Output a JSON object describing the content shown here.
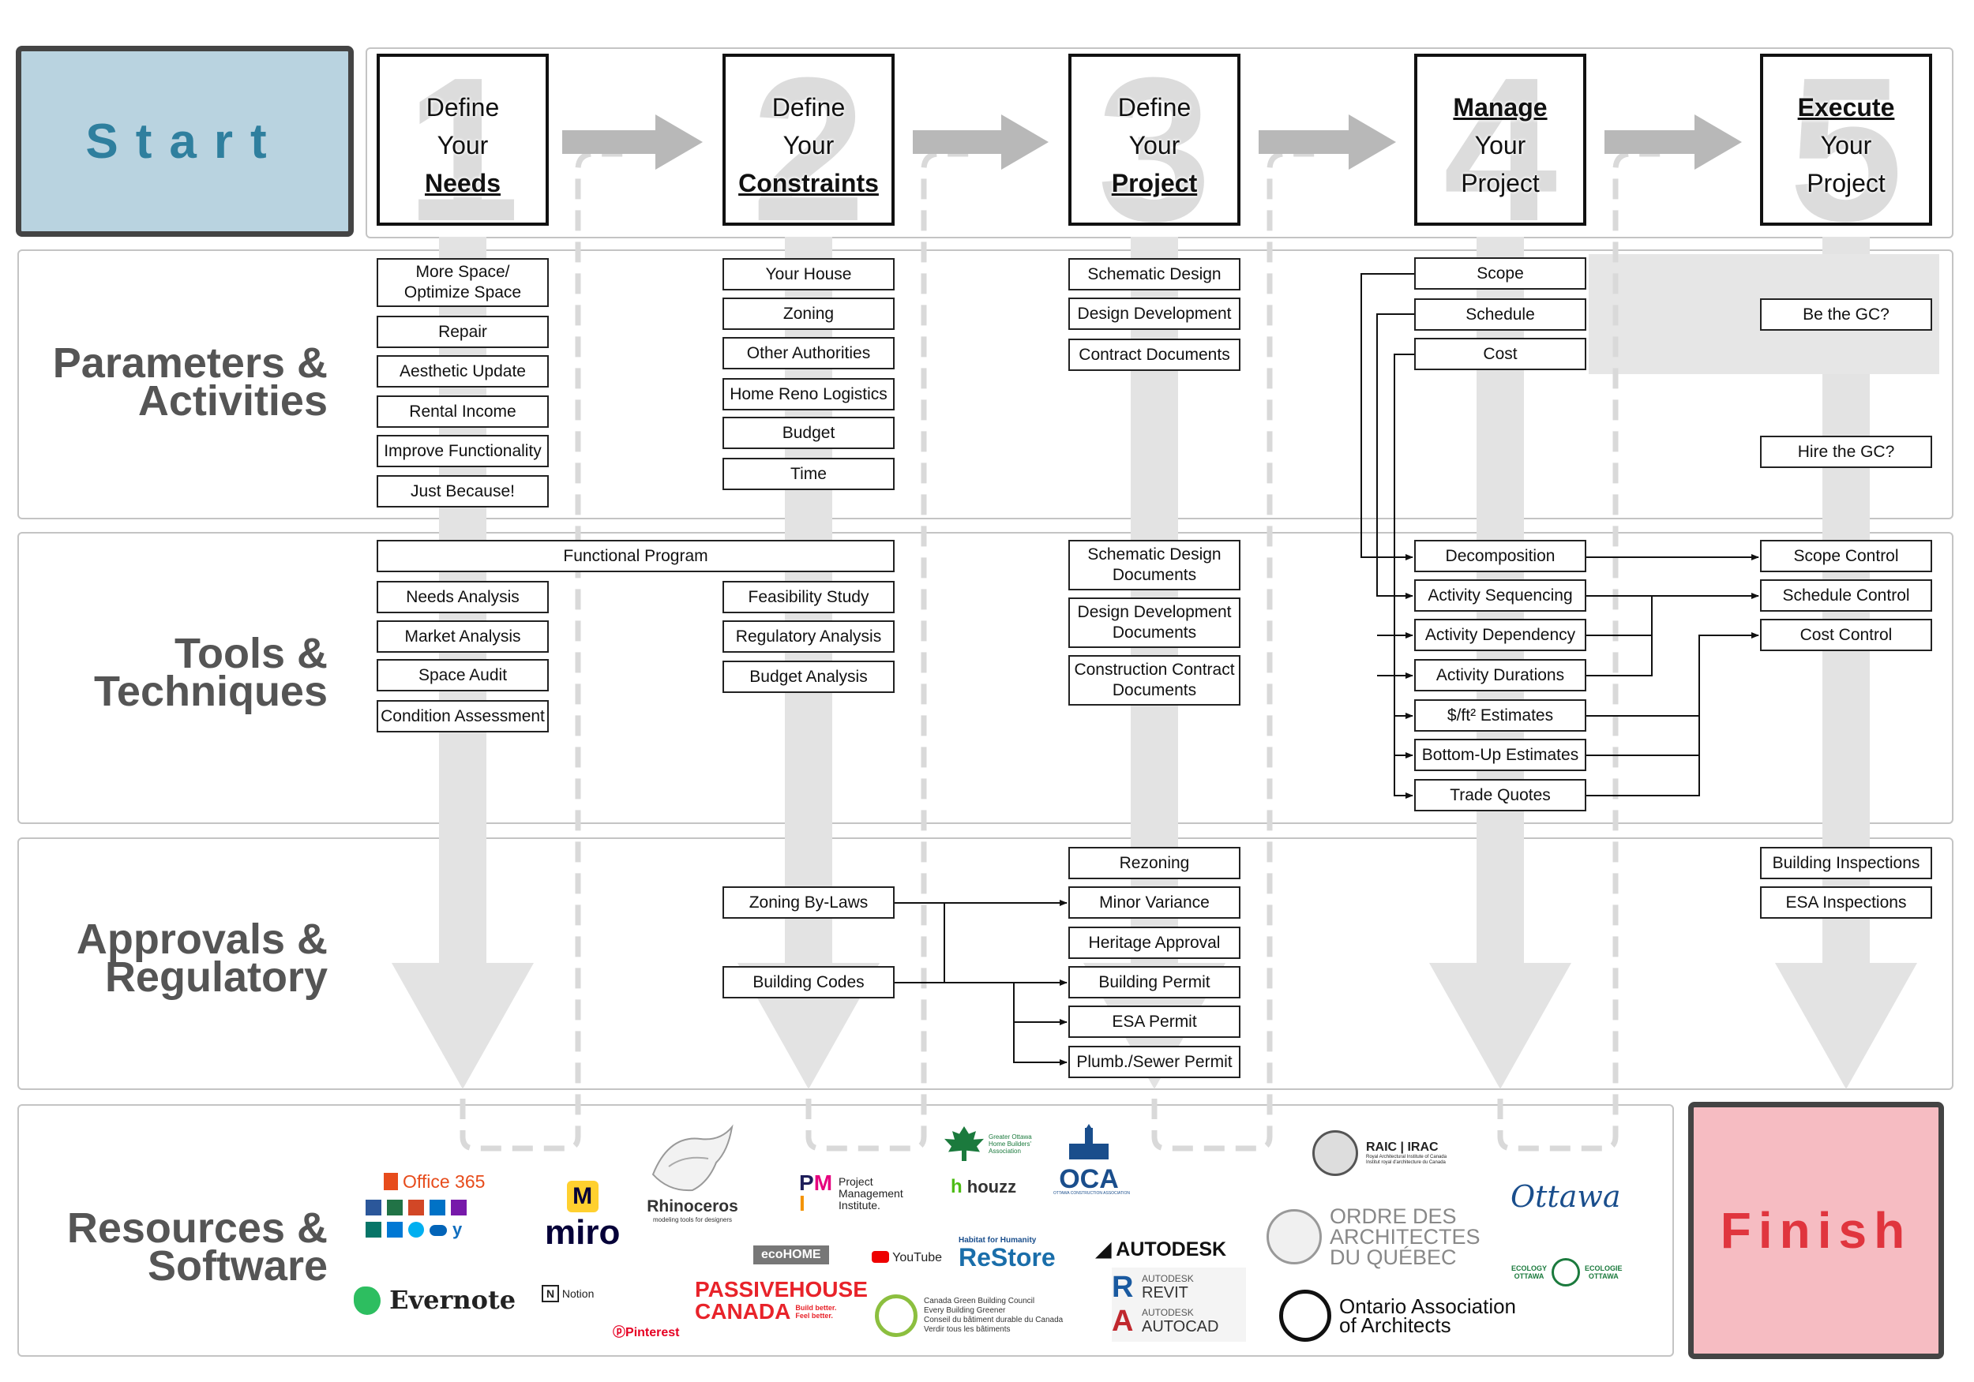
{
  "start": "Start",
  "finish": "Finish",
  "steps": [
    {
      "num": "1",
      "l1": "Define",
      "l2": "Your",
      "l3": "Needs",
      "bold": [
        3
      ]
    },
    {
      "num": "2",
      "l1": "Define",
      "l2": "Your",
      "l3": "Constraints",
      "bold": [
        3
      ]
    },
    {
      "num": "3",
      "l1": "Define",
      "l2": "Your",
      "l3": "Project",
      "bold": [
        3
      ]
    },
    {
      "num": "4",
      "l1": "Manage",
      "l2": "Your",
      "l3": "Project",
      "bold": [
        1
      ]
    },
    {
      "num": "5",
      "l1": "Execute",
      "l2": "Your",
      "l3": "Project",
      "bold": [
        1
      ]
    }
  ],
  "rows": {
    "params": [
      "Parameters &",
      "Activities"
    ],
    "tools": [
      "Tools &",
      "Techniques"
    ],
    "approvals": [
      "Approvals &",
      "Regulatory"
    ],
    "resources": [
      "Resources &",
      "Software"
    ]
  },
  "params": {
    "c1": [
      "More Space/\nOptimize Space",
      "Repair",
      "Aesthetic Update",
      "Rental Income",
      "Improve Functionality",
      "Just Because!"
    ],
    "c2": [
      "Your House",
      "Zoning",
      "Other Authorities",
      "Home Reno Logistics",
      "Budget",
      "Time"
    ],
    "c3": [
      "Schematic Design",
      "Design Development",
      "Contract Documents"
    ],
    "c4": [
      "Scope",
      "Schedule",
      "Cost"
    ],
    "c5": [
      "Be the GC?",
      "Hire the GC?"
    ]
  },
  "tools": {
    "functional": "Functional Program",
    "c1": [
      "Needs Analysis",
      "Market Analysis",
      "Space Audit",
      "Condition Assessment"
    ],
    "c2": [
      "Feasibility Study",
      "Regulatory Analysis",
      "Budget Analysis"
    ],
    "c3": [
      "Schematic Design\nDocuments",
      "Design Development\nDocuments",
      "Construction Contract\nDocuments"
    ],
    "c4": [
      "Decomposition",
      "Activity Sequencing",
      "Activity Dependency",
      "Activity Durations",
      "$/ft² Estimates",
      "Bottom-Up Estimates",
      "Trade Quotes"
    ],
    "c5": [
      "Scope Control",
      "Schedule Control",
      "Cost Control"
    ]
  },
  "approvals": {
    "c2": [
      "Zoning By-Laws",
      "Building Codes"
    ],
    "c3": [
      "Rezoning",
      "Minor Variance",
      "Heritage Approval",
      "Building Permit",
      "ESA Permit",
      "Plumb./Sewer Permit"
    ],
    "c5": [
      "Building Inspections",
      "ESA Inspections"
    ]
  },
  "resources": {
    "office": "Office 365",
    "miro": "miro",
    "rhino": "Rhinoceros",
    "rhino_sub": "modeling tools for designers",
    "pmi": "Project\nManagement\nInstitute.",
    "gohba": "Greater Ottawa\nHome Builders'\nAssociation",
    "houzz": "houzz",
    "oca": "OCA",
    "oca_sub": "OTTAWA CONSTRUCTION ASSOCIATION",
    "raic": "RAIC | IRAC",
    "raic_sub": "Royal Architectural Institute of Canada\nInstitut royal d'architecture du Canada",
    "oaq": "ORDRE DES\nARCHITECTES\nDU QUÉBEC",
    "ottawa": "Ottawa",
    "ecohome": "ecoHOME",
    "youtube": "YouTube",
    "restore_top": "Habitat for Humanity",
    "restore": "ReStore",
    "autodesk": "AUTODESK",
    "revit": "REVIT",
    "autocad": "AUTOCAD",
    "autodesk_small": "AUTODESK",
    "ecology": "ECOLOGY\nOTTAWA",
    "ecologie": "ECOLOGIE\nOTTAWA",
    "evernote": "Evernote",
    "notion": "Notion",
    "passive1": "PASSIVEHOUSE",
    "passive2": "CANADA",
    "passive_tag": "Build better.\nFeel better.",
    "pinterest": "Pinterest",
    "cagbc": "Canada Green Building Council\nEvery Building Greener\nConseil du bâtiment durable du Canada\nVerdir tous les bâtiments",
    "oaa": "Ontario Association\nof Architects"
  },
  "colors": {
    "start_bg": "#b9d3e0",
    "start_text": "#2f7f9e",
    "finish_bg": "#f6bcc2",
    "finish_text": "#e0353e",
    "arrow": "#bdbdbd",
    "panel_border": "#c4c4c4"
  }
}
